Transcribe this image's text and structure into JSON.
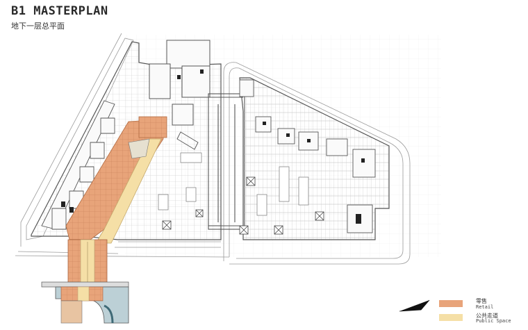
{
  "header": {
    "title": "B1 MASTERPLAN",
    "subtitle": "地下一层总平面"
  },
  "legend": {
    "items": [
      {
        "cn": "零售",
        "en": "Retail",
        "color": "#e8a47a"
      },
      {
        "cn": "公共走道",
        "en": "Public Space",
        "color": "#f5dfa6"
      }
    ]
  },
  "colors": {
    "retail": "#e8a47a",
    "public_space": "#f5dfa6",
    "line": "#6b6b6b",
    "grid": "#d0d0d0"
  },
  "icons": {
    "north_arrow": "north-arrow-icon"
  }
}
